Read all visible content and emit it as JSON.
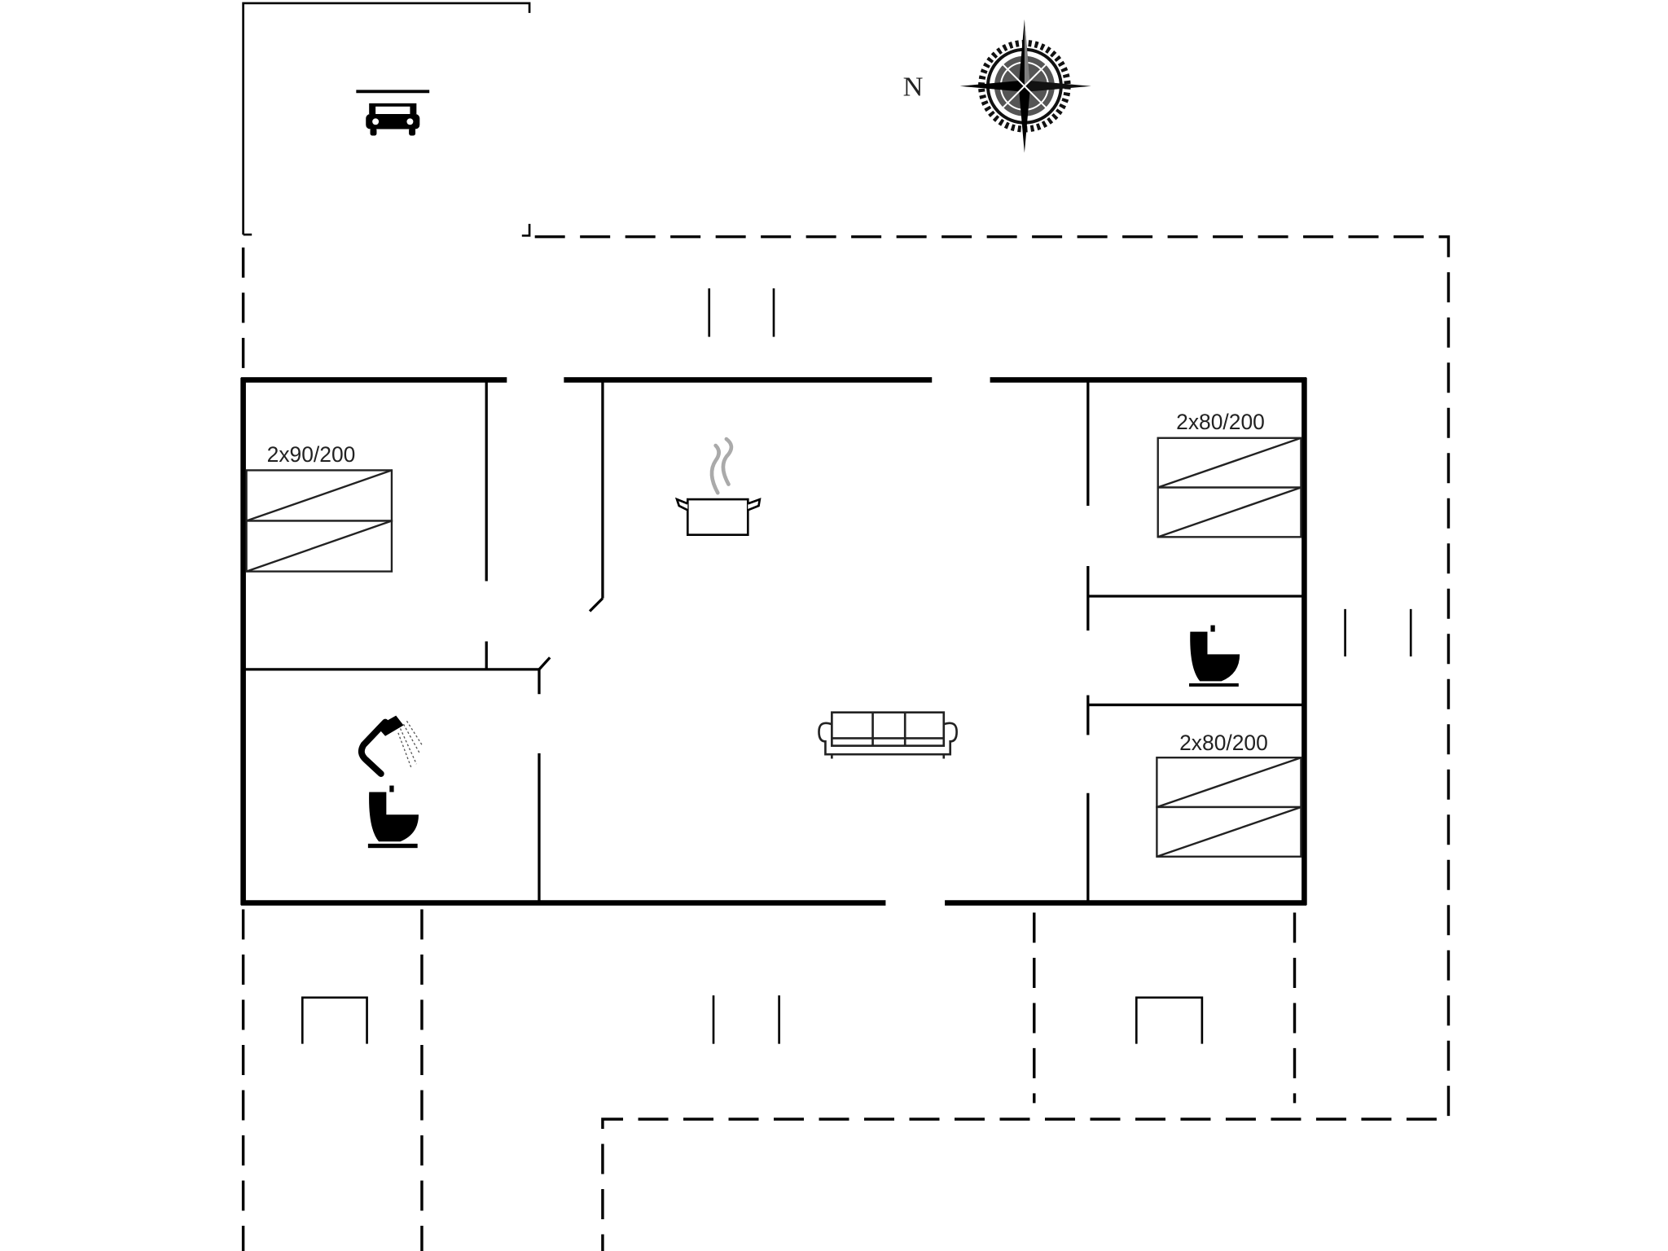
{
  "diagram": {
    "type": "floor-plan",
    "compass": {
      "label": "N",
      "icon": "compass-rose-icon"
    },
    "colors": {
      "walls": "#000000",
      "background": "#ffffff",
      "steam": "#aaaaaa"
    },
    "rooms": [
      {
        "id": "carport",
        "icon": "car-icon",
        "boundary": "solid-partial"
      },
      {
        "id": "bedroom-west",
        "bed_label": "2x90/200",
        "icon": "twin-bed-icon"
      },
      {
        "id": "bathroom-west",
        "icons": [
          "shower-icon",
          "toilet-icon"
        ]
      },
      {
        "id": "kitchen-living",
        "icons": [
          "cooking-pot-icon",
          "sofa-icon"
        ]
      },
      {
        "id": "bedroom-northeast",
        "bed_label": "2x80/200",
        "icon": "twin-bed-icon"
      },
      {
        "id": "wc-east",
        "icon": "toilet-icon"
      },
      {
        "id": "bedroom-southeast",
        "bed_label": "2x80/200",
        "icon": "twin-bed-icon"
      },
      {
        "id": "terrace-north",
        "boundary": "dashed"
      },
      {
        "id": "terrace-east",
        "boundary": "dashed"
      },
      {
        "id": "terrace-south",
        "boundary": "dashed"
      },
      {
        "id": "annex-southwest",
        "icon": "outdoor-shower-icon",
        "boundary": "dashed"
      },
      {
        "id": "annex-southeast",
        "icon": "outdoor-shower-icon",
        "boundary": "dashed"
      }
    ],
    "labels": {
      "bed_west": "2x90/200",
      "bed_ne": "2x80/200",
      "bed_se": "2x80/200",
      "north": "N"
    }
  }
}
